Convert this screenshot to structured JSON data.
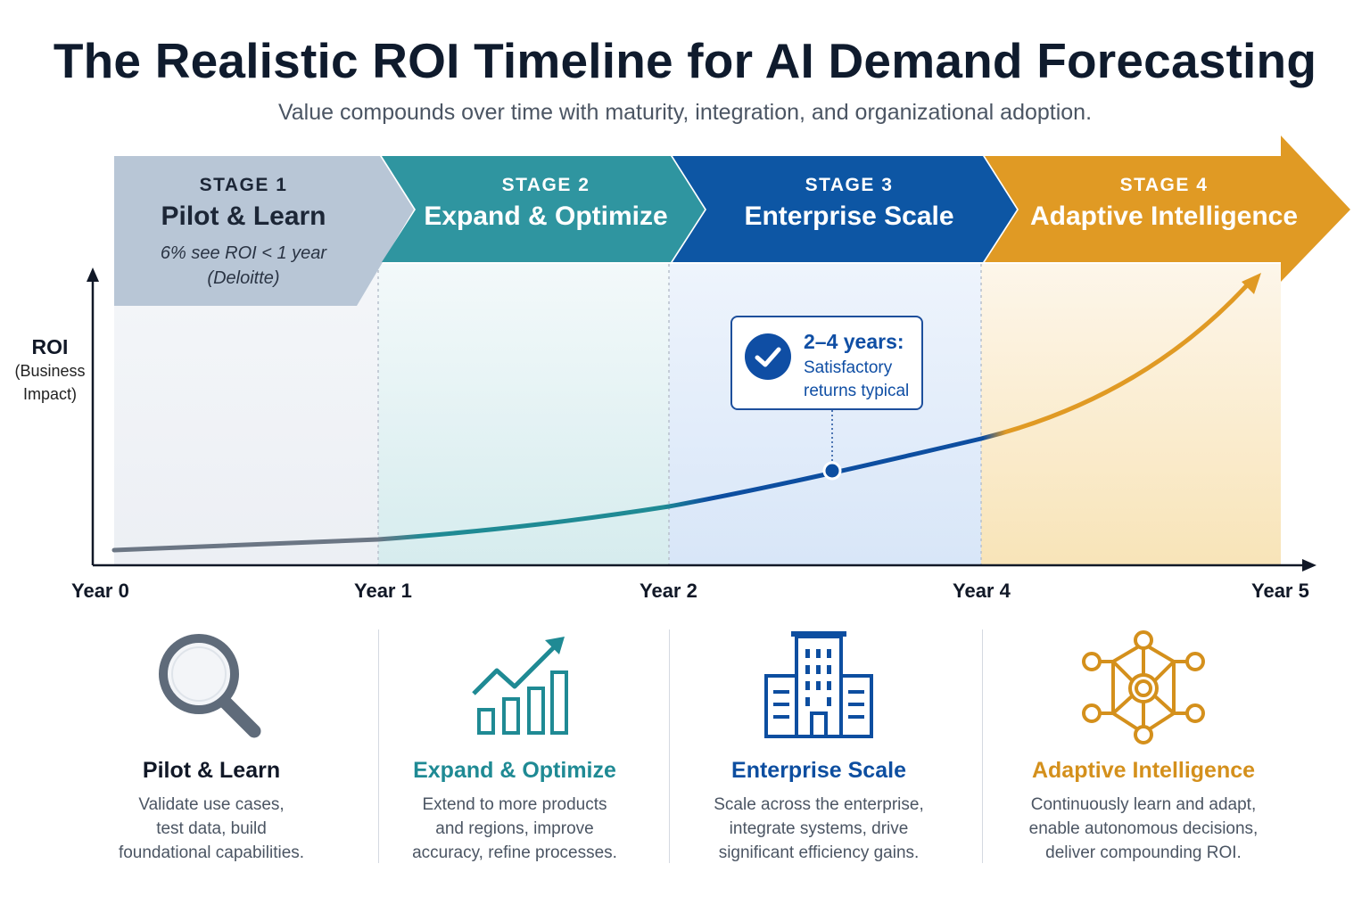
{
  "header": {
    "title": "The Realistic ROI Timeline for AI Demand Forecasting",
    "subtitle": "Value compounds over time with maturity, integration, and organizational adoption."
  },
  "axis": {
    "y_label": "ROI",
    "y_sublabel_line1": "(Business",
    "y_sublabel_line2": "Impact)",
    "years": [
      "Year 0",
      "Year 1",
      "Year 2",
      "Year 4",
      "Year 5"
    ]
  },
  "stages": [
    {
      "number": "STAGE 1",
      "name": "Pilot & Learn",
      "note_line1": "6% see ROI < 1 year",
      "note_line2": "(Deloitte)",
      "color": "#b8c6d6",
      "text_color": "#1c2636"
    },
    {
      "number": "STAGE 2",
      "name": "Expand & Optimize",
      "color": "#2f95a0",
      "text_color": "#ffffff"
    },
    {
      "number": "STAGE 3",
      "name": "Enterprise Scale",
      "color": "#0d56a4",
      "text_color": "#ffffff"
    },
    {
      "number": "STAGE 4",
      "name": "Adaptive Intelligence",
      "color": "#e09a24",
      "text_color": "#ffffff"
    }
  ],
  "callout": {
    "headline": "2–4 years:",
    "line1": "Satisfactory",
    "line2": "returns typical",
    "icon": "check-circle-icon"
  },
  "cards": [
    {
      "icon": "magnifier-icon",
      "title": "Pilot & Learn",
      "color": "#111827",
      "desc_line1": "Validate use cases,",
      "desc_line2": "test data, build",
      "desc_line3": "foundational capabilities."
    },
    {
      "icon": "growth-chart-icon",
      "title": "Expand & Optimize",
      "color": "#1f8a94",
      "desc_line1": "Extend to more products",
      "desc_line2": "and regions, improve",
      "desc_line3": "accuracy, refine processes."
    },
    {
      "icon": "building-icon",
      "title": "Enterprise Scale",
      "color": "#0d4ea0",
      "desc_line1": "Scale across the enterprise,",
      "desc_line2": "integrate systems, drive",
      "desc_line3": "significant efficiency gains."
    },
    {
      "icon": "network-icon",
      "title": "Adaptive Intelligence",
      "color": "#d4901c",
      "desc_line1": "Continuously learn and adapt,",
      "desc_line2": "enable autonomous decisions,",
      "desc_line3": "deliver compounding ROI."
    }
  ],
  "colors": {
    "navy": "#0f1b2d",
    "stage1": "#b8c6d6",
    "stage2": "#2f95a0",
    "stage3": "#0d56a4",
    "stage4": "#e09a24"
  }
}
